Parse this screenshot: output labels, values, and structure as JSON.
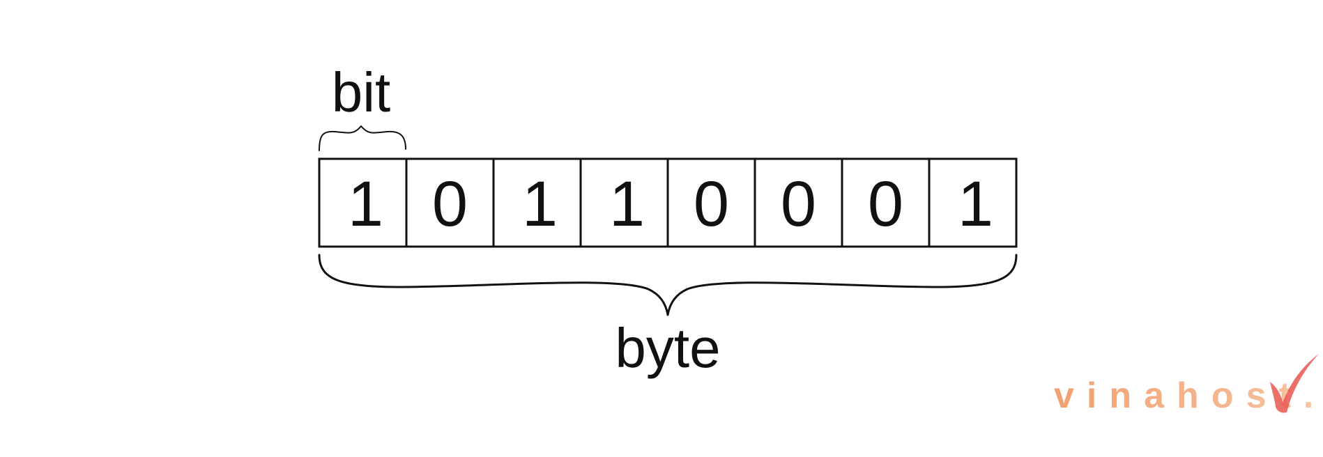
{
  "bit_label": "bit",
  "byte_label": "byte",
  "bits": [
    "1",
    "0",
    "1",
    "1",
    "0",
    "0",
    "0",
    "1"
  ],
  "watermark": {
    "text": "vinahost.",
    "color_start": "#f3a071",
    "color_end": "#f6c4a2",
    "check_color": "#e8574f"
  }
}
